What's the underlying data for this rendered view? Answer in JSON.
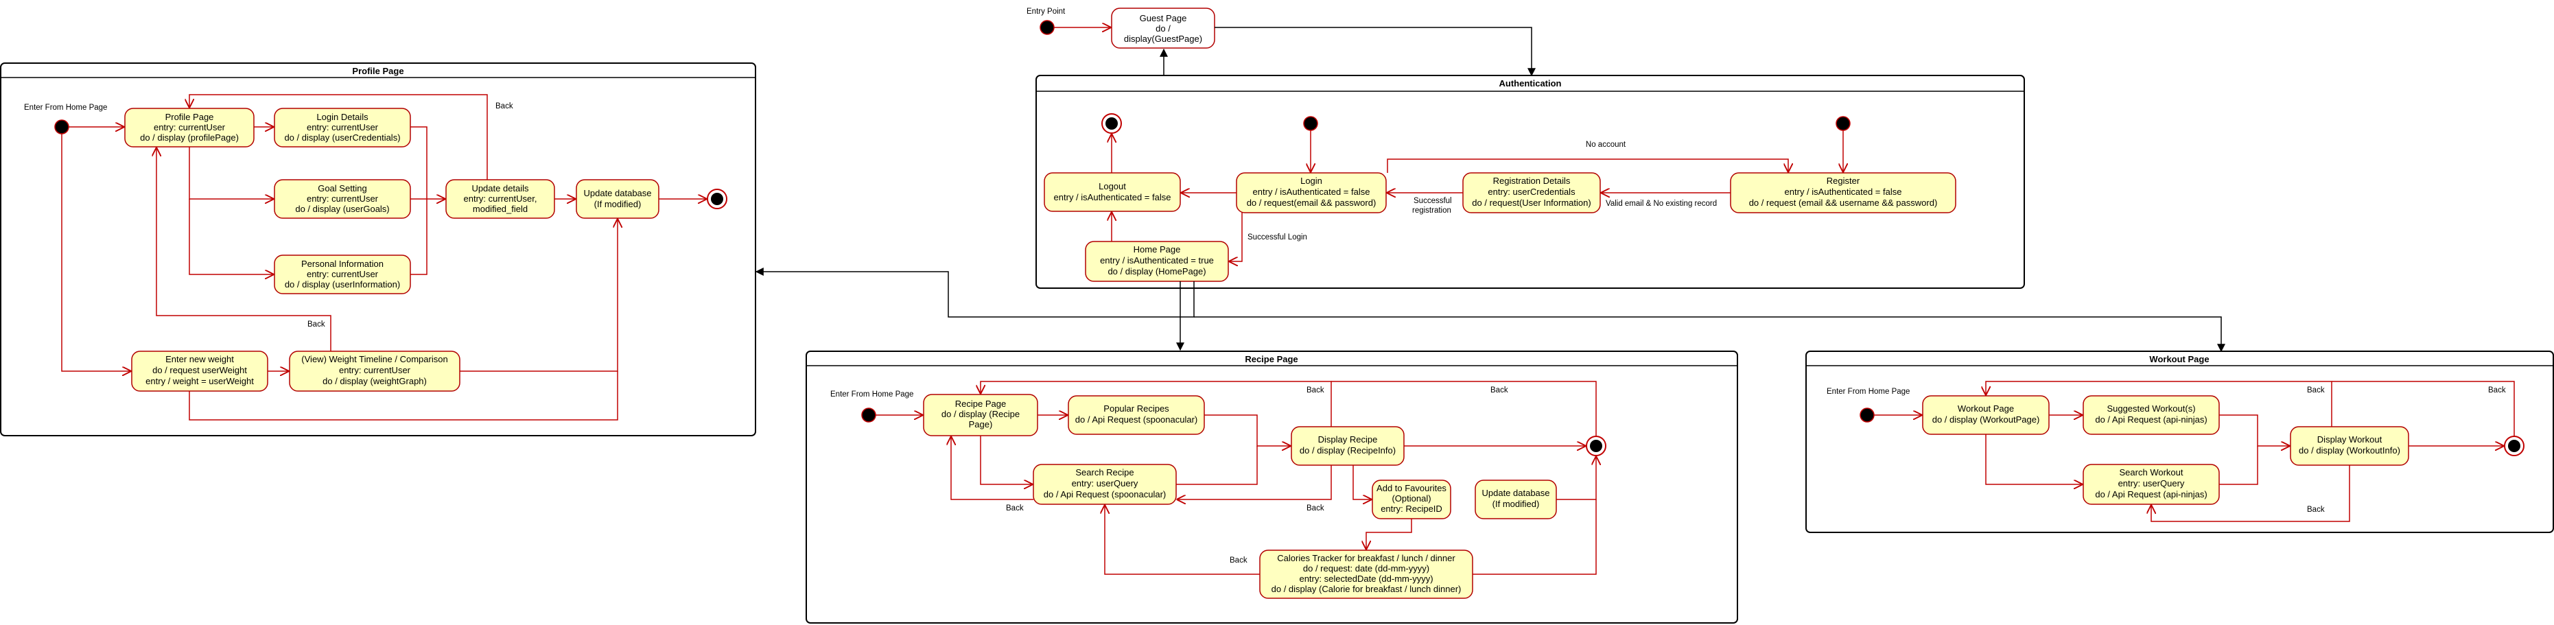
{
  "entry_point_label": "Entry Point",
  "guest_page": {
    "line1": "Guest Page",
    "line2": "do /",
    "line3": "display(GuestPage)"
  },
  "auth": {
    "title": "Authentication",
    "logout": {
      "line1": "Logout",
      "line2": "entry / isAuthenticated = false"
    },
    "login": {
      "line1": "Login",
      "line2": "entry / isAuthenticated = false",
      "line3": "do / request(email && password)"
    },
    "registration": {
      "line1": "Registration Details",
      "line2": "entry: userCredentials",
      "line3": "do / request(User Information)"
    },
    "register": {
      "line1": "Register",
      "line2": "entry / isAuthenticated = false",
      "line3": "do / request (email && username && password)"
    },
    "home": {
      "line1": "Home Page",
      "line2": "entry / isAuthenticated = true",
      "line3": "do / display (HomePage)"
    },
    "no_account": "No account",
    "successful_registration_1": "Successful",
    "successful_registration_2": "registration",
    "valid_email": "Valid email & No existing record",
    "successful_login": "Successful Login"
  },
  "profile": {
    "title": "Profile Page",
    "enter_from_home": "Enter From Home Page",
    "profile_page": {
      "line1": "Profile Page",
      "line2": "entry: currentUser",
      "line3": "do / display (profilePage)"
    },
    "login_details": {
      "line1": "Login Details",
      "line2": "entry: currentUser",
      "line3": "do / display (userCredentials)"
    },
    "goal_setting": {
      "line1": "Goal Setting",
      "line2": "entry: currentUser",
      "line3": "do / display (userGoals)"
    },
    "personal_info": {
      "line1": "Personal Information",
      "line2": "entry: currentUser",
      "line3": "do / display (userInformation)"
    },
    "update_details": {
      "line1": "Update details",
      "line2": "entry: currentUser,",
      "line3": "modified_field"
    },
    "update_db": {
      "line1": "Update database",
      "line2": "(If modified)"
    },
    "enter_weight": {
      "line1": "Enter new weight",
      "line2": "do / request userWeight",
      "line3": "entry / weight = userWeight"
    },
    "weight_timeline": {
      "line1": "(View) Weight Timeline / Comparison",
      "line2": "entry: currentUser",
      "line3": "do / display (weightGraph)"
    },
    "back1": "Back",
    "back2": "Back"
  },
  "recipe": {
    "title": "Recipe Page",
    "enter_from_home": "Enter From Home Page",
    "recipe_page": {
      "line1": "Recipe Page",
      "line2": "do / display (Recipe",
      "line3": "Page)"
    },
    "popular": {
      "line1": "Popular Recipes",
      "line2": "do / Api Request (spoonacular)"
    },
    "display": {
      "line1": "Display Recipe",
      "line2": "do / display (RecipeInfo)"
    },
    "search": {
      "line1": "Search Recipe",
      "line2": "entry: userQuery",
      "line3": "do / Api Request (spoonacular)"
    },
    "favourites": {
      "line1": "Add to Favourites",
      "line2": "(Optional)",
      "line3": "entry: RecipeID"
    },
    "update_db": {
      "line1": "Update database",
      "line2": "(If modified)"
    },
    "calories": {
      "line1": "Calories Tracker for breakfast / lunch / dinner",
      "line2": "do / request: date (dd-mm-yyyy)",
      "line3": "entry: selectedDate (dd-mm-yyyy)",
      "line4": "do / display (Calorie for breakfast / lunch dinner)"
    },
    "back_top1": "Back",
    "back_top2": "Back",
    "back_search": "Back",
    "back_mid": "Back",
    "back_cal": "Back"
  },
  "workout": {
    "title": "Workout Page",
    "enter_from_home": "Enter From Home Page",
    "workout_page": {
      "line1": "Workout Page",
      "line2": "do / display (WorkoutPage)"
    },
    "suggested": {
      "line1": "Suggested Workout(s)",
      "line2": "do / Api Request (api-ninjas)"
    },
    "display": {
      "line1": "Display Workout",
      "line2": "do / display (WorkoutInfo)"
    },
    "search": {
      "line1": "Search Workout",
      "line2": "entry: userQuery",
      "line3": "do / Api Request (api-ninjas)"
    },
    "back1": "Back",
    "back2": "Back",
    "back3": "Back"
  }
}
